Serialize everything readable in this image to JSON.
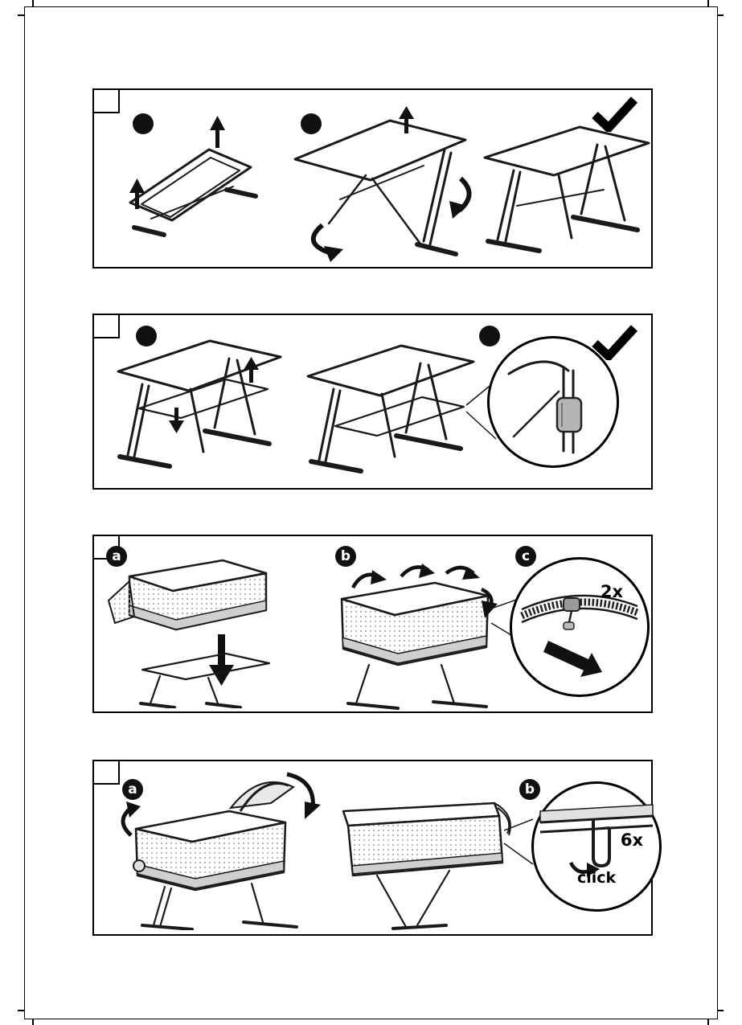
{
  "page": {
    "background": "#ffffff",
    "ink": "#111111",
    "accent_gray": "#cfcfcf"
  },
  "icons": {
    "checkmark": "✓",
    "step_marker_dot": "●",
    "arrow_up": "↑",
    "arrow_down": "↓"
  },
  "panels": [
    {
      "marker_dots": 2,
      "shows_checkmark": true
    },
    {
      "marker_dots": 2,
      "shows_checkmark": true
    },
    {
      "badges": [
        "a",
        "b",
        "c"
      ],
      "zoom_label": "2x"
    },
    {
      "badges": [
        "a",
        "b"
      ],
      "zoom_label": "6x",
      "zoom_caption": "click"
    }
  ]
}
